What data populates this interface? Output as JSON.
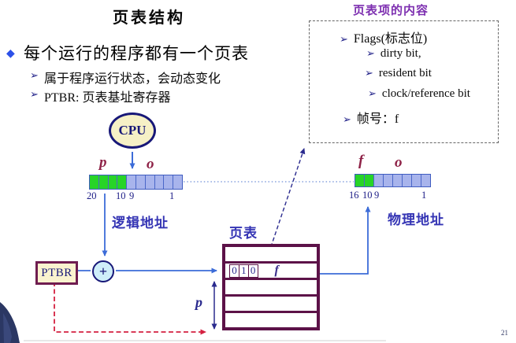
{
  "glyphs": {
    "diamond": "◆",
    "arrow": "➢",
    "plus": "+"
  },
  "slide": {
    "title": "页表结构",
    "page_number": "21"
  },
  "bullets": {
    "main": "每个运行的程序都有一个页表",
    "sub": [
      "属于程序运行状态，会动态变化",
      "PTBR: 页表基址寄存器"
    ]
  },
  "entry_box": {
    "title": "页表项的内容",
    "flags_label": "Flags(标志位)",
    "flag_items": [
      "dirty bit,",
      "resident bit",
      "clock/reference bit"
    ],
    "frame_label": "帧号：f"
  },
  "cpu": {
    "label": "CPU"
  },
  "ptbr": {
    "label": "PTBR"
  },
  "logical_address": {
    "label": "逻辑地址",
    "p": "p",
    "o": "o",
    "bits": [
      "20",
      "10",
      "9",
      "1"
    ]
  },
  "physical_address": {
    "label": "物理地址",
    "f": "f",
    "o": "o",
    "bits": [
      "16",
      "10",
      "9",
      "1"
    ]
  },
  "page_table": {
    "label": "页表",
    "entry_bits": [
      "0",
      "1",
      "0"
    ],
    "entry_frame": "f",
    "index_label": "p"
  },
  "colors": {
    "green_cell": "#27d427",
    "blue_cell": "#a8b4ec",
    "table_border": "#5c1248",
    "accent_blue": "#3c6cd8",
    "red_dashed": "#d42040",
    "navy": "#1c1c86",
    "title_purple": "#7d2fb0",
    "cpu_fill": "#f6f0c6",
    "plus_fill": "#cfeef9",
    "ptbr_fill": "#faf3cf"
  }
}
